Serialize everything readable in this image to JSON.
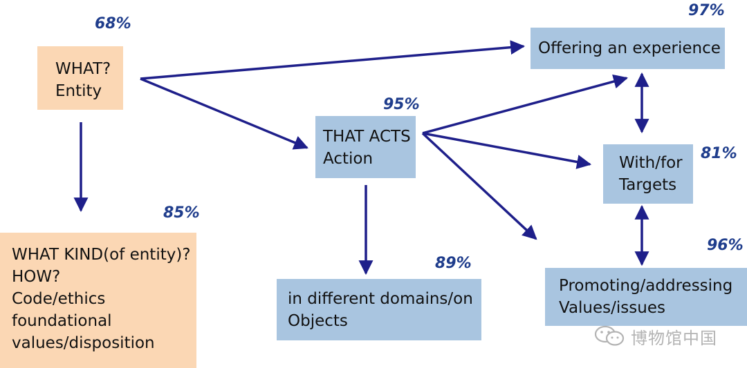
{
  "colors": {
    "orange_box": "#fbd7b4",
    "blue_box": "#a9c5e0",
    "arrow": "#1e1f8a",
    "percent": "#1f3d8c"
  },
  "boxes": {
    "what": {
      "lines": [
        "WHAT?",
        "Entity"
      ],
      "percent": "68%"
    },
    "what_kind": {
      "lines": [
        "WHAT KIND(of entity)?",
        "HOW?",
        "Code/ethics",
        "foundational",
        "values/disposition"
      ],
      "percent": "85%"
    },
    "that_acts": {
      "lines": [
        "THAT ACTS",
        "Action"
      ],
      "percent": "95%"
    },
    "domains": {
      "lines": [
        "in different domains/on",
        "Objects"
      ],
      "percent": "89%"
    },
    "experience": {
      "lines": [
        "Offering an experience"
      ],
      "percent": "97%"
    },
    "targets": {
      "lines": [
        "With/for",
        "Targets"
      ],
      "percent": "81%"
    },
    "values": {
      "lines": [
        "Promoting/addressing",
        "Values/issues"
      ],
      "percent": "96%"
    }
  },
  "watermark": {
    "text": "博物馆中国",
    "icon": "wechat-icon"
  }
}
